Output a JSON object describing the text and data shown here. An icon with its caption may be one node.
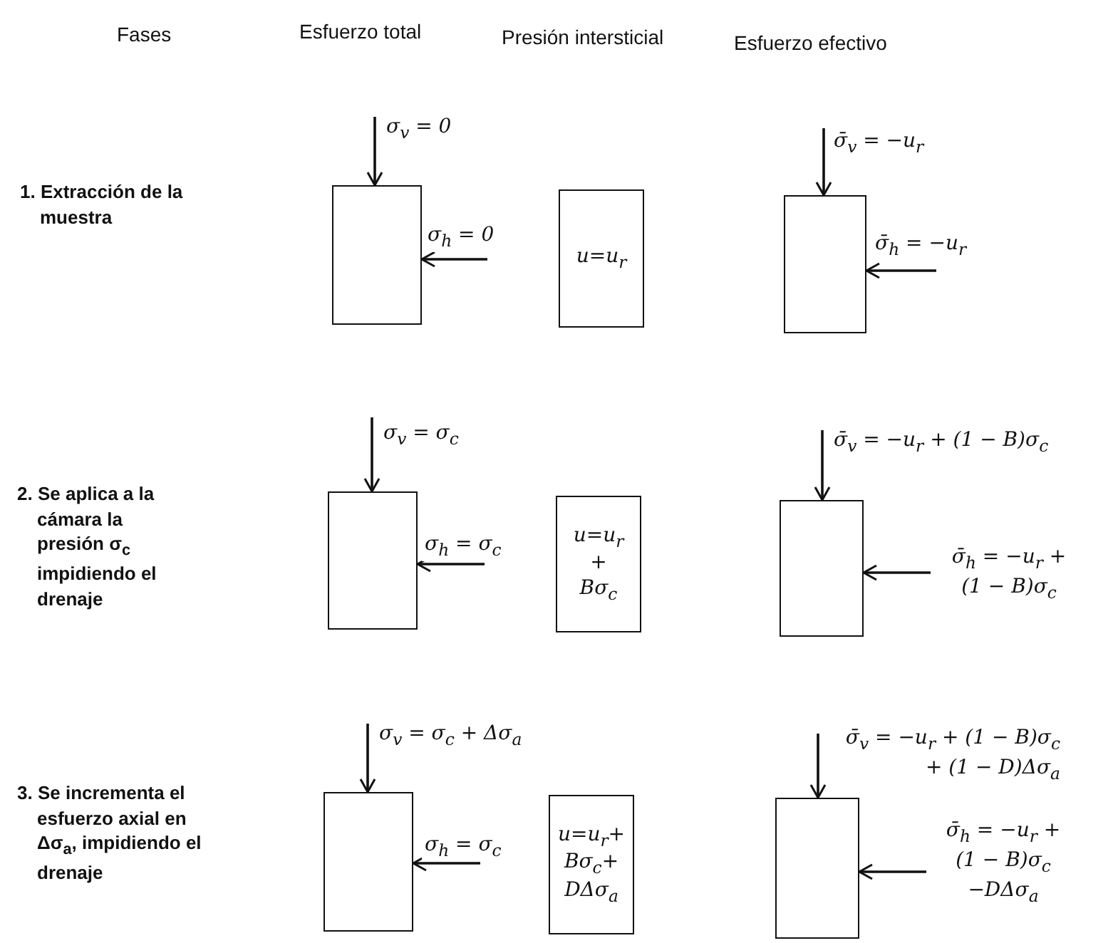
{
  "diagram": {
    "nodes": [
      {
        "text": [],
        "shape": "box"
      },
      {
        "text": [
          "u=u$_{r}$"
        ]
      },
      {
        "text": [],
        "shape": "box"
      },
      {
        "text": [],
        "shape": "box"
      },
      {
        "text": [
          "u=u$_{r}$ + Bσ$_{c}$"
        ]
      },
      {
        "text": [],
        "shape": "box"
      },
      {
        "text": [],
        "shape": "box"
      },
      {
        "text": [
          "u=u$_{r}$+ Bσ$_{c}$+ DΔσ$_{a}$"
        ]
      },
      {
        "text": [],
        "shape": "box"
      }
    ],
    "edges": [
      {
        "from": null,
        "to": 0,
        "arrow": "to",
        "label": "σ$_{v}$ = 0"
      },
      {
        "from": null,
        "to": 0,
        "arrow": "to",
        "label": "σ$_{h}$ = 0"
      },
      {
        "from": null,
        "to": 2,
        "arrow": "to",
        "label": "σ̄$_{v}$ = −u$_{r}$"
      },
      {
        "from": null,
        "to": 2,
        "arrow": "to",
        "label": "σ̄$_{h}$ = −u$_{r}$"
      },
      {
        "from": null,
        "to": 3,
        "arrow": "to",
        "label": "σ$_{v}$ = σ$_{c}$"
      },
      {
        "from": null,
        "to": 3,
        "arrow": "to",
        "label": "σ$_{h}$ = σ$_{c}$"
      },
      {
        "from": null,
        "to": 5,
        "arrow": "to",
        "label": "σ̄$_{v}$ = −u$_{r}$ + (1 − B)σ$_{c}$"
      },
      {
        "from": null,
        "to": 5,
        "arrow": "to",
        "label": "σ̄$_{h}$ = −u$_{r}$ + (1 − B)σ$_{c}$"
      },
      {
        "from": null,
        "to": 6,
        "arrow": "to",
        "label": "σ$_{v}$ = σ$_{c}$ + Δσ$_{a}$"
      },
      {
        "from": null,
        "to": 6,
        "arrow": "to",
        "label": "σ$_{h}$ = σ$_{c}$"
      },
      {
        "from": null,
        "to": 8,
        "arrow": "to",
        "label": "σ̄$_{v}$ = −u$_{r}$ + (1 − B)σ$_{c}$ + (1 − D)Δσ$_{a}$"
      },
      {
        "from": null,
        "to": 8,
        "arrow": "to",
        "label": "σ̄$_{h}$ = −u$_{r}$ + (1 − B)σ$_{c}$ −DΔσ$_{a}$"
      }
    ],
    "labels": [
      "Fases",
      "Esfuerzo total",
      "Presión intersticial",
      "Esfuerzo efectivo",
      "1. Extracción de la muestra",
      "2. Se aplica a la cámara la presión σ$_{c}$ impidiendo el drenaje",
      "3. Se incrementa el esfuerzo axial en Δσ$_{a}$, impidiendo el drenaje"
    ]
  }
}
